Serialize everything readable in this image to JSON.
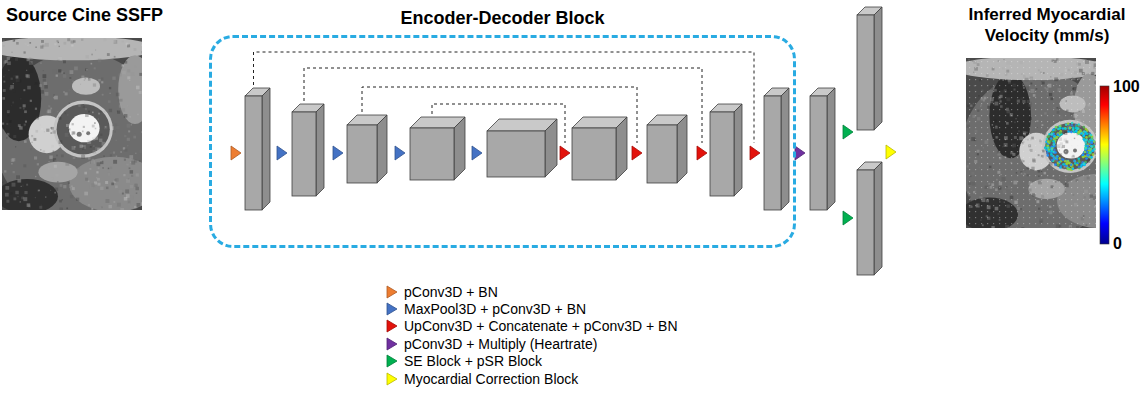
{
  "diagram": {
    "nodes": [
      {
        "text": [
          "Source Cine SSFP"
        ]
      },
      {
        "text": [
          "Encoder-Decoder Block"
        ]
      },
      {
        "text": [
          "Inferred Myocardial Velocity (mm/s)"
        ]
      }
    ],
    "labels": [
      "100",
      "0"
    ],
    "legend": [
      {
        "text": "pConv3D + BN",
        "color": "#ed7d31"
      },
      {
        "text": "MaxPool3D + pConv3D + BN",
        "color": "#4472c4"
      },
      {
        "text": "UpConv3D + Concatenate + pConv3D + BN",
        "color": "#e3120b"
      },
      {
        "text": "pConv3D + Multiply (Heartrate)",
        "color": "#7030a0"
      },
      {
        "text": "SE Block + pSR Block",
        "color": "#00b050"
      },
      {
        "text": "Myocardial Correction Block",
        "color": "#ffff00"
      }
    ]
  }
}
